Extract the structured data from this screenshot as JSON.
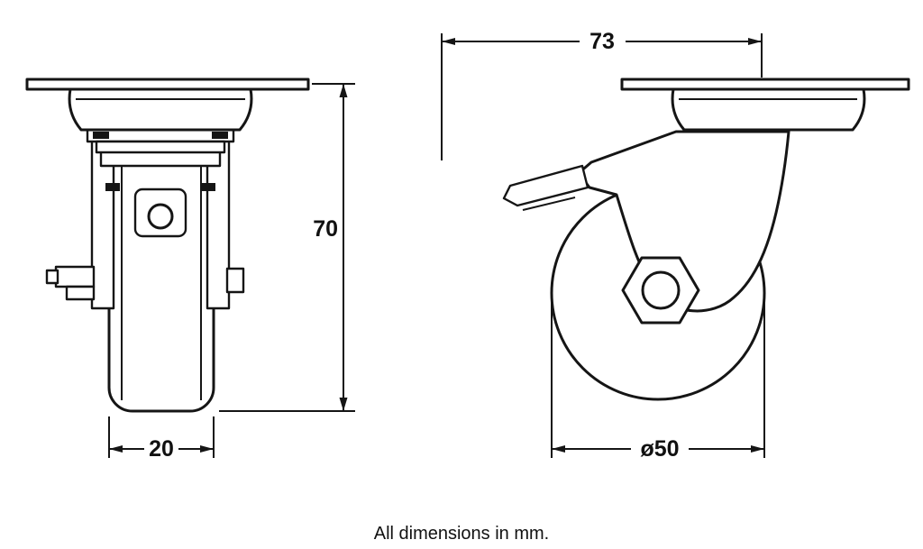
{
  "page": {
    "caption": "All dimensions in mm."
  },
  "dimensions": {
    "plate_length": {
      "label": "73"
    },
    "overall_height": {
      "label": "70"
    },
    "wheel_width": {
      "label": "20"
    },
    "wheel_diameter": {
      "label": "ø50"
    }
  },
  "colors": {
    "line": "#151515",
    "background": "#ffffff"
  }
}
